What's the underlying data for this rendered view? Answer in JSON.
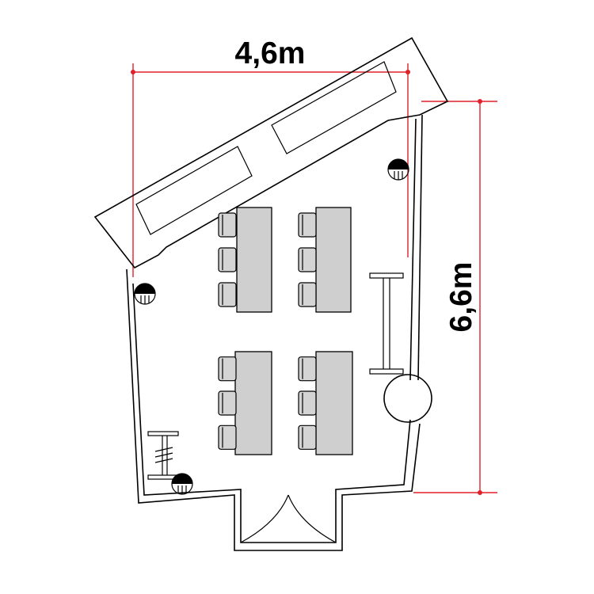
{
  "dimensions": {
    "width_label": "4,6m",
    "height_label": "6,6m"
  },
  "colors": {
    "dimension_line": "#e0202a",
    "table_fill": "#cfcfcf",
    "walls": "#000000"
  },
  "furniture": {
    "table_groups": 4,
    "chairs_per_table": 3
  }
}
